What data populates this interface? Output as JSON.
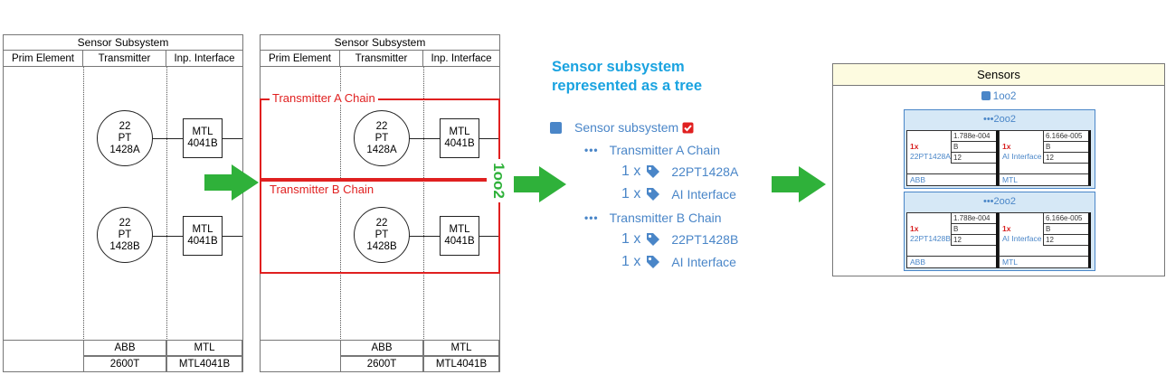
{
  "panel_left": {
    "title": "Sensor Subsystem",
    "headers": [
      "Prim Element",
      "Transmitter",
      "Inp. Interface"
    ],
    "transmitters": [
      [
        "22",
        "PT",
        "1428A"
      ],
      [
        "22",
        "PT",
        "1428B"
      ]
    ],
    "interfaces": [
      [
        "MTL",
        "4041B"
      ],
      [
        "MTL",
        "4041B"
      ]
    ],
    "footer": [
      [
        "ABB",
        "MTL"
      ],
      [
        "2600T",
        "MTL4041B"
      ]
    ]
  },
  "panel_right": {
    "title": "Sensor Subsystem",
    "headers": [
      "Prim Element",
      "Transmitter",
      "Inp. Interface"
    ],
    "transmitters": [
      [
        "22",
        "PT",
        "1428A"
      ],
      [
        "22",
        "PT",
        "1428B"
      ]
    ],
    "interfaces": [
      [
        "MTL",
        "4041B"
      ],
      [
        "MTL",
        "4041B"
      ]
    ],
    "footer": [
      [
        "ABB",
        "MTL"
      ],
      [
        "2600T",
        "MTL4041B"
      ]
    ],
    "chain_a_label": "Transmitter A Chain",
    "chain_b_label": "Transmitter B Chain",
    "vote_label": "1oo2"
  },
  "tree": {
    "heading_line1": "Sensor subsystem",
    "heading_line2": "represented as a tree",
    "root": "Sensor subsystem",
    "chain_a": "Transmitter A Chain",
    "chain_b": "Transmitter B Chain",
    "qty": "1 x",
    "a_items": [
      "22PT1428A",
      "AI Interface"
    ],
    "b_items": [
      "22PT1428B",
      "AI Interface"
    ]
  },
  "sensors": {
    "title": "Sensors",
    "vote": "1oo2",
    "groups": [
      {
        "vote": "2oo2",
        "cells": [
          {
            "qty": "1x",
            "name": "22PT1428A",
            "vals": [
              "1.788e-004",
              "B",
              "12"
            ],
            "mfr": "ABB"
          },
          {
            "qty": "1x",
            "name": "AI Interface",
            "vals": [
              "6.166e-005",
              "B",
              "12"
            ],
            "mfr": "MTL"
          }
        ]
      },
      {
        "vote": "2oo2",
        "cells": [
          {
            "qty": "1x",
            "name": "22PT1428B",
            "vals": [
              "1.788e-004",
              "B",
              "12"
            ],
            "mfr": "ABB"
          },
          {
            "qty": "1x",
            "name": "AI Interface",
            "vals": [
              "6.166e-005",
              "B",
              "12"
            ],
            "mfr": "MTL"
          }
        ]
      }
    ]
  },
  "colors": {
    "accent": "#4a86c8",
    "heading": "#1aa3e0",
    "red": "#e02020",
    "arrow": "#2fb13a",
    "vote": "#2fb13a"
  }
}
